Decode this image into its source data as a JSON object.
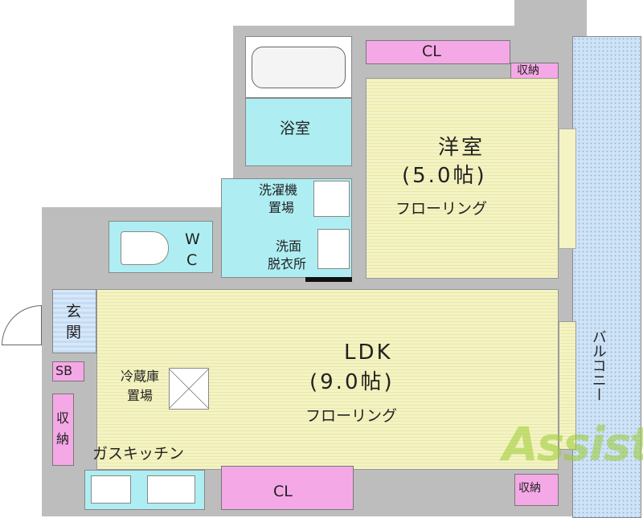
{
  "rooms": {
    "western": {
      "name": "洋室",
      "size": "(5.0帖)",
      "floor": "フローリング"
    },
    "ldk": {
      "name": "LDK",
      "size": "(9.0帖)",
      "floor": "フローリング"
    },
    "bath": "浴室",
    "laundry_l1": "洗濯機",
    "laundry_l2": "置場",
    "washroom_l1": "洗面",
    "washroom_l2": "脱衣所",
    "wc_l1": "W",
    "wc_l2": "C",
    "entrance_l1": "玄",
    "entrance_l2": "関",
    "shoe_box": "SB",
    "storage_left_l1": "収",
    "storage_left_l2": "納",
    "fridge_l1": "冷蔵庫",
    "fridge_l2": "置場",
    "kitchen": "ガスキッチン",
    "closet_top": "CL",
    "closet_bottom": "CL",
    "storage_top": "収納",
    "storage_bottom": "収納",
    "balcony": "バルコニー"
  },
  "logo": "Assist",
  "colors": {
    "floor": "#f4f3c4",
    "wet": "#aeeef2",
    "storage": "#f5a8e6",
    "entrance": "#c4dcf4",
    "wall": "#bdbdbd",
    "logo": "#9acd32"
  }
}
